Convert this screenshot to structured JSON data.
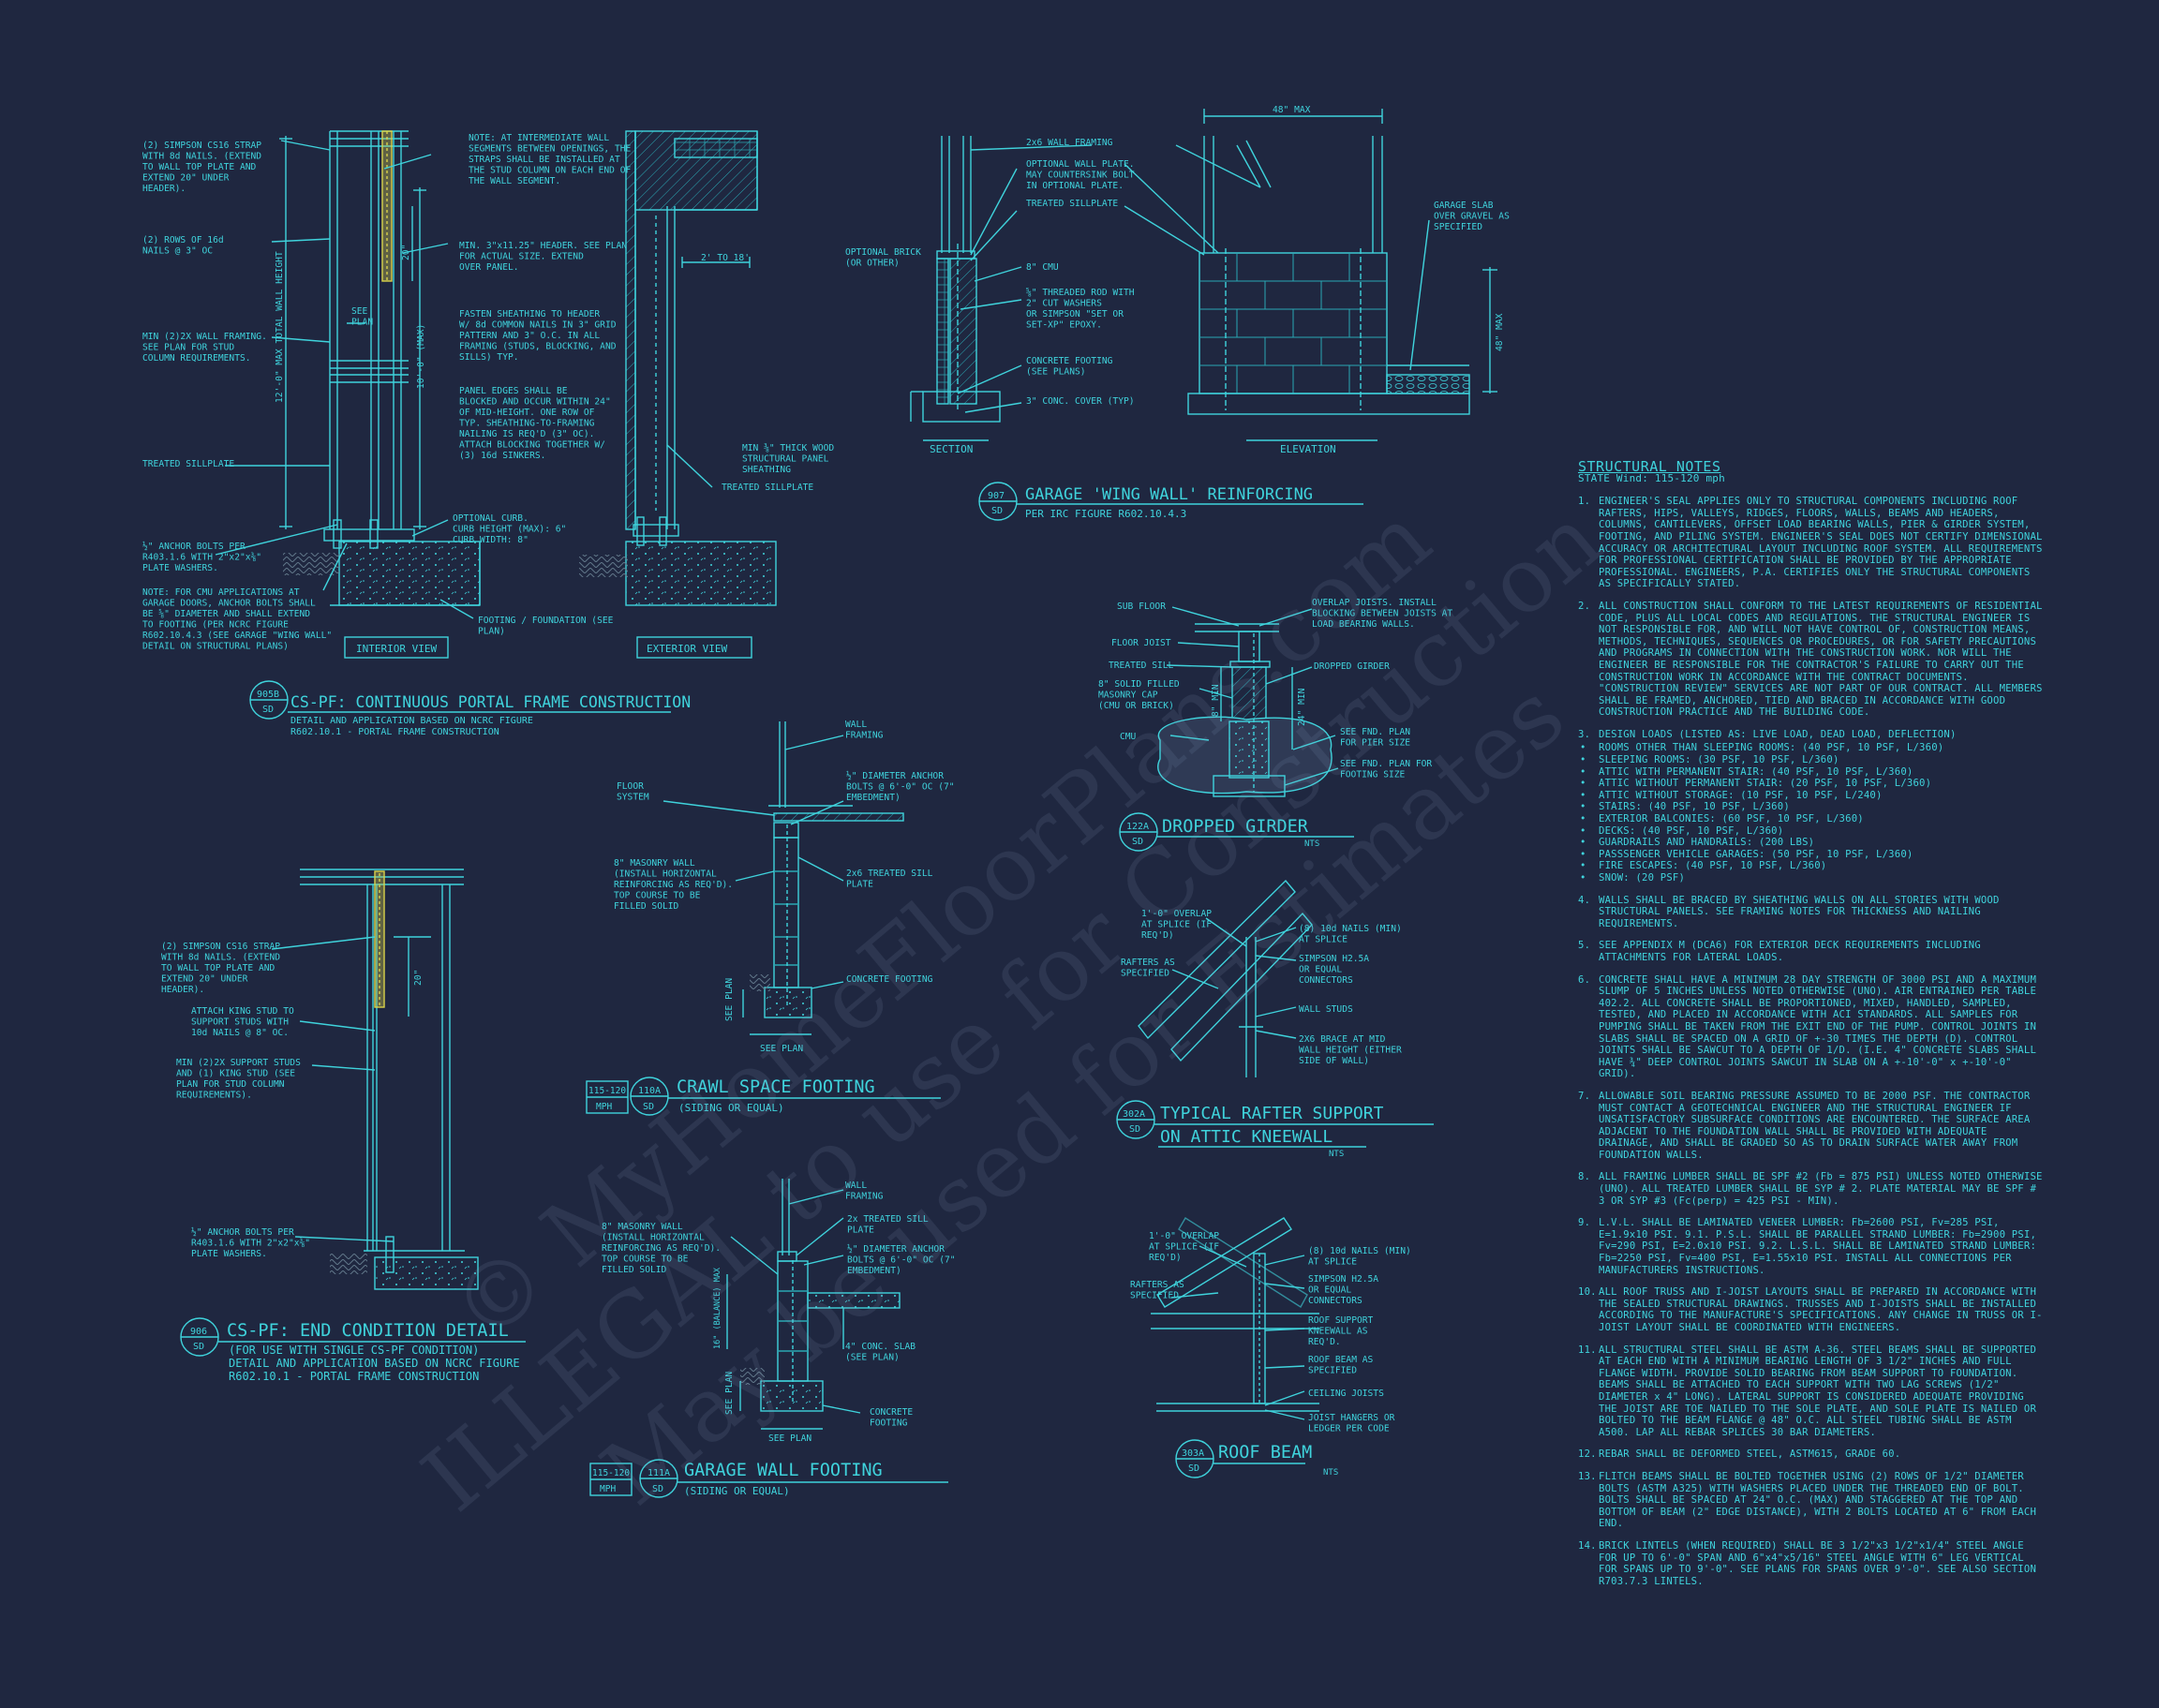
{
  "watermark": {
    "line1": "© MyHomeFloorPlans.com",
    "line2": "ILLEGAL to use for Construction",
    "line3": "May be used for Estimates"
  },
  "details": {
    "d905b": {
      "num": "905B",
      "sheet": "SD",
      "title": "CS-PF: CONTINUOUS PORTAL FRAME CONSTRUCTION",
      "sub1": "DETAIL AND APPLICATION BASED ON NCRC FIGURE",
      "sub2": "R602.10.1 - PORTAL FRAME CONSTRUCTION",
      "interior_view": "INTERIOR VIEW",
      "exterior_view": "EXTERIOR VIEW",
      "notes": {
        "strap": [
          "(2) SIMPSON CS16 STRAP",
          "WITH 8d NAILS. (EXTEND",
          "TO WALL TOP PLATE AND",
          "EXTEND 20\" UNDER",
          "HEADER)."
        ],
        "rows": [
          "(2) ROWS OF 16d",
          "NAILS @ 3\" OC"
        ],
        "framing": [
          "MIN (2)2X WALL FRAMING.",
          "SEE PLAN FOR STUD",
          "COLUMN REQUIREMENTS."
        ],
        "sill": [
          "TREATED SILLPLATE"
        ],
        "anchor": [
          "½\" ANCHOR BOLTS PER",
          "R403.1.6 WITH 2\"x2\"x⅜\"",
          "PLATE WASHERS."
        ],
        "cmu": [
          "NOTE: FOR CMU APPLICATIONS AT",
          "GARAGE DOORS, ANCHOR BOLTS SHALL",
          "BE ⅝\" DIAMETER AND SHALL EXTEND",
          "TO FOOTING (PER NCRC FIGURE",
          "R602.10.4.3 (SEE GARAGE \"WING WALL\"",
          "DETAIL ON STRUCTURAL PLANS)"
        ],
        "intermediate": [
          "NOTE: AT INTERMEDIATE WALL",
          "SEGMENTS BETWEEN OPENINGS, THE",
          "STRAPS SHALL BE INSTALLED AT",
          "THE STUD COLUMN ON EACH END OF",
          "THE WALL SEGMENT."
        ],
        "header": [
          "MIN. 3\"x11.25\" HEADER. SEE PLAN",
          "FOR ACTUAL SIZE. EXTEND",
          "OVER PANEL."
        ],
        "fasten": [
          "FASTEN SHEATHING TO HEADER",
          "W/ 8d COMMON NAILS IN 3\" GRID",
          "PATTERN AND 3\" O.C. IN ALL",
          "FRAMING (STUDS, BLOCKING, AND",
          "SILLS) TYP."
        ],
        "panel": [
          "PANEL EDGES SHALL BE",
          "BLOCKED AND OCCUR WITHIN 24\"",
          "OF MID-HEIGHT. ONE ROW OF",
          "TYP. SHEATHING-TO-FRAMING",
          "NAILING IS REQ'D (3\" OC).",
          "ATTACH BLOCKING TOGETHER W/",
          "(3) 16d SINKERS."
        ],
        "curb": [
          "OPTIONAL CURB.",
          "CURB HEIGHT (MAX): 6\"",
          "CURB WIDTH: 8\""
        ],
        "footing": [
          "FOOTING / FOUNDATION (SEE",
          "PLAN)"
        ],
        "panel_thick": [
          "MIN ⅜\" THICK WOOD",
          "STRUCTURAL PANEL",
          "SHEATHING"
        ],
        "sill2": [
          "TREATED SILLPLATE"
        ],
        "see_plan": [
          "SEE",
          "PLAN"
        ],
        "wall_height": "12'-0\" MAX TOTAL WALL HEIGHT",
        "max10": "10'-0\" (MAX)",
        "dim20": "20\"",
        "dim2to18": "2' TO 18'"
      }
    },
    "d907": {
      "num": "907",
      "sheet": "SD",
      "title": "GARAGE 'WING WALL' REINFORCING",
      "sub1": "PER IRC FIGURE R602.10.4.3",
      "section": "SECTION",
      "elevation": "ELEVATION",
      "dim48": "48\" MAX",
      "dim48v": "48\" MAX",
      "notes": {
        "brick": [
          "OPTIONAL BRICK",
          "(OR OTHER)"
        ],
        "framing": [
          "2x6 WALL FRAMING"
        ],
        "wallplate": [
          "OPTIONAL WALL PLATE.",
          "MAY COUNTERSINK BOLT",
          "IN OPTIONAL PLATE."
        ],
        "sill": [
          "TREATED SILLPLATE"
        ],
        "cmu": [
          "8\" CMU"
        ],
        "rod": [
          "⅝\" THREADED ROD WITH",
          "2\" CUT WASHERS",
          "OR SIMPSON \"SET OR",
          "SET-XP\" EPOXY."
        ],
        "footing": [
          "CONCRETE FOOTING",
          "(SEE PLANS)"
        ],
        "cover": [
          "3\" CONC. COVER (TYP)"
        ],
        "slab": [
          "GARAGE SLAB",
          "OVER GRAVEL AS",
          "SPECIFIED"
        ]
      }
    },
    "d122a": {
      "num": "122A",
      "sheet": "SD",
      "title": "DROPPED GIRDER",
      "nts": "NTS",
      "notes": {
        "subfloor": [
          "SUB FLOOR"
        ],
        "joist": [
          "FLOOR JOIST"
        ],
        "sill": [
          "TREATED SILL"
        ],
        "masonry": [
          "8\" SOLID FILLED",
          "MASONRY CAP",
          "(CMU OR BRICK)"
        ],
        "cmu": [
          "CMU"
        ],
        "overlap": [
          "OVERLAP JOISTS. INSTALL",
          "BLOCKING BETWEEN JOISTS AT",
          "LOAD BEARING WALLS."
        ],
        "girder": [
          "DROPPED GIRDER"
        ],
        "pier": [
          "SEE FND. PLAN",
          "FOR PIER SIZE"
        ],
        "footing": [
          "SEE FND. PLAN FOR",
          "FOOTING SIZE"
        ],
        "dim8": "8\" MIN",
        "dim24": "24\" MIN"
      }
    },
    "d110a": {
      "num": "110A",
      "sheet": "SD",
      "mph": "115-120",
      "mph_unit": "MPH",
      "title": "CRAWL SPACE FOOTING",
      "sub1": "(SIDING OR EQUAL)",
      "notes": {
        "framing": [
          "WALL",
          "FRAMING"
        ],
        "floor": [
          "FLOOR",
          "SYSTEM"
        ],
        "anchor": [
          "½\" DIAMETER ANCHOR",
          "BOLTS @ 6'-0\" OC (7\"",
          "EMBEDMENT)"
        ],
        "masonry": [
          "8\" MASONRY WALL",
          "(INSTALL HORIZONTAL",
          "REINFORCING AS REQ'D).",
          "TOP COURSE TO BE",
          "FILLED SOLID"
        ],
        "sill": [
          "2x6 TREATED SILL",
          "PLATE"
        ],
        "footing": [
          "CONCRETE FOOTING"
        ],
        "see_plan": "SEE PLAN",
        "see_plan_v": "SEE PLAN"
      }
    },
    "d302a": {
      "num": "302A",
      "sheet": "SD",
      "title": "TYPICAL RAFTER SUPPORT",
      "title2": "ON ATTIC KNEEWALL",
      "nts": "NTS",
      "notes": {
        "overlap": [
          "1'-0\" OVERLAP",
          "AT SPLICE (IF",
          "REQ'D)"
        ],
        "rafters": [
          "RAFTERS AS",
          "SPECIFIED"
        ],
        "nails": [
          "(8) 10d NAILS (MIN)",
          "AT SPLICE"
        ],
        "simpson": [
          "SIMPSON H2.5A",
          "OR EQUAL",
          "CONNECTORS"
        ],
        "studs": [
          "WALL STUDS"
        ],
        "brace": [
          "2X6 BRACE AT MID",
          "WALL HEIGHT (EITHER",
          "SIDE OF WALL)"
        ]
      }
    },
    "d906": {
      "num": "906",
      "sheet": "SD",
      "title": "CS-PF: END CONDITION DETAIL",
      "sub1": "(FOR USE WITH SINGLE CS-PF CONDITION)",
      "sub2": "DETAIL AND APPLICATION BASED ON NCRC FIGURE",
      "sub3": "R602.10.1 - PORTAL FRAME CONSTRUCTION",
      "notes": {
        "strap": [
          "(2) SIMPSON CS16 STRAP",
          "WITH 8d NAILS. (EXTEND",
          "TO WALL TOP PLATE AND",
          "EXTEND 20\" UNDER",
          "HEADER)."
        ],
        "king": [
          "ATTACH KING STUD TO",
          "SUPPORT STUDS WITH",
          "10d NAILS @ 8\" OC."
        ],
        "support": [
          "MIN (2)2X SUPPORT STUDS",
          "AND (1) KING STUD (SEE",
          "PLAN FOR STUD COLUMN",
          "REQUIREMENTS)."
        ],
        "anchor": [
          "½\" ANCHOR BOLTS PER",
          "R403.1.6 WITH 2\"x2\"x⅜\"",
          "PLATE WASHERS."
        ],
        "dim20": "20\""
      }
    },
    "d111a": {
      "num": "111A",
      "sheet": "SD",
      "mph": "115-120",
      "mph_unit": "MPH",
      "title": "GARAGE WALL FOOTING",
      "sub1": "(SIDING OR EQUAL)",
      "notes": {
        "framing": [
          "WALL",
          "FRAMING"
        ],
        "masonry": [
          "8\" MASONRY WALL",
          "(INSTALL HORIZONTAL",
          "REINFORCING AS REQ'D).",
          "TOP COURSE TO BE",
          "FILLED SOLID"
        ],
        "sill": [
          "2x TREATED SILL",
          "PLATE"
        ],
        "anchor": [
          "½\" DIAMETER ANCHOR",
          "BOLTS @ 6'-0\" OC (7\"",
          "EMBEDMENT)"
        ],
        "slab": [
          "4\" CONC. SLAB",
          "(SEE PLAN)"
        ],
        "footing": [
          "CONCRETE",
          "FOOTING"
        ],
        "see_plan": "SEE PLAN",
        "see_plan_v": "SEE PLAN",
        "balance": "16\" (BALANCE) MAX"
      }
    },
    "d303a": {
      "num": "303A",
      "sheet": "SD",
      "title": "ROOF BEAM",
      "nts": "NTS",
      "notes": {
        "overlap": [
          "1'-0\" OVERLAP",
          "AT SPLICE (IF",
          "REQ'D)"
        ],
        "rafters": [
          "RAFTERS AS",
          "SPECIFIED"
        ],
        "nails": [
          "(8) 10d NAILS (MIN)",
          "AT SPLICE"
        ],
        "simpson": [
          "SIMPSON H2.5A",
          "OR EQUAL",
          "CONNECTORS"
        ],
        "support": [
          "ROOF SUPPORT",
          "KNEEWALL AS",
          "REQ'D."
        ],
        "beam": [
          "ROOF BEAM AS",
          "SPECIFIED"
        ],
        "ceiling": [
          "CEILING JOISTS"
        ],
        "hangers": [
          "JOIST HANGERS OR",
          "LEDGER PER CODE"
        ]
      }
    }
  },
  "structural_notes": {
    "title": "STRUCTURAL NOTES",
    "subtitle": "STATE Wind: 115-120 mph",
    "items": [
      {
        "num": "1.",
        "text": "ENGINEER'S SEAL APPLIES ONLY TO STRUCTURAL COMPONENTS INCLUDING ROOF RAFTERS, HIPS, VALLEYS, RIDGES, FLOORS, WALLS, BEAMS AND HEADERS, COLUMNS, CANTILEVERS, OFFSET LOAD BEARING WALLS, PIER & GIRDER SYSTEM, FOOTING, AND PILING SYSTEM. ENGINEER'S SEAL DOES NOT CERTIFY DIMENSIONAL ACCURACY OR ARCHITECTURAL LAYOUT INCLUDING ROOF SYSTEM. ALL REQUIREMENTS FOR PROFESSIONAL CERTIFICATION SHALL BE PROVIDED BY THE APPROPRIATE PROFESSIONAL. ENGINEERS, P.A. CERTIFIES ONLY THE STRUCTURAL COMPONENTS AS SPECIFICALLY STATED."
      },
      {
        "num": "2.",
        "text": "ALL CONSTRUCTION SHALL CONFORM TO THE LATEST REQUIREMENTS OF RESIDENTIAL CODE, PLUS ALL LOCAL CODES AND REGULATIONS. THE STRUCTURAL ENGINEER IS NOT RESPONSIBLE FOR, AND WILL NOT HAVE CONTROL OF, CONSTRUCTION MEANS, METHODS, TECHNIQUES, SEQUENCES OR PROCEDURES, OR FOR SAFETY PRECAUTIONS AND PROGRAMS IN CONNECTION WITH THE CONSTRUCTION WORK. NOR WILL THE ENGINEER BE RESPONSIBLE FOR THE CONTRACTOR'S FAILURE TO CARRY OUT THE CONSTRUCTION WORK IN ACCORDANCE WITH THE CONTRACT DOCUMENTS. \"CONSTRUCTION REVIEW\" SERVICES ARE NOT PART OF OUR CONTRACT. ALL MEMBERS SHALL BE FRAMED, ANCHORED, TIED AND BRACED IN ACCORDANCE WITH GOOD CONSTRUCTION PRACTICE AND THE BUILDING CODE."
      },
      {
        "num": "3.",
        "text": "DESIGN LOADS (LISTED AS: LIVE LOAD, DEAD LOAD, DEFLECTION)",
        "bullets": [
          "ROOMS OTHER THAN SLEEPING ROOMS: (40 PSF, 10 PSF, L/360)",
          "SLEEPING ROOMS: (30 PSF, 10 PSF, L/360)",
          "ATTIC WITH PERMANENT STAIR: (40 PSF, 10 PSF, L/360)",
          "ATTIC WITHOUT PERMANENT STAIR: (20 PSF, 10 PSF, L/360)",
          "ATTIC WITHOUT STORAGE: (10 PSF, 10 PSF, L/240)",
          "STAIRS: (40 PSF, 10 PSF, L/360)",
          "EXTERIOR BALCONIES: (60 PSF, 10 PSF, L/360)",
          "DECKS: (40 PSF, 10 PSF, L/360)",
          "GUARDRAILS AND HANDRAILS: (200 LBS)",
          "PASSSENGER VEHICLE GARAGES: (50 PSF, 10 PSF, L/360)",
          "FIRE ESCAPES: (40 PSF, 10 PSF, L/360)",
          "SNOW: (20 PSF)"
        ]
      },
      {
        "num": "4.",
        "text": "WALLS SHALL BE BRACED BY SHEATHING WALLS ON ALL STORIES WITH WOOD STRUCTURAL PANELS. SEE FRAMING NOTES FOR THICKNESS AND NAILING REQUIREMENTS."
      },
      {
        "num": "5.",
        "text": "SEE APPENDIX M (DCA6) FOR EXTERIOR DECK REQUIREMENTS INCLUDING ATTACHMENTS FOR LATERAL LOADS."
      },
      {
        "num": "6.",
        "text": "CONCRETE SHALL HAVE A MINIMUM 28 DAY STRENGTH OF 3000 PSI AND A MAXIMUM SLUMP OF 5 INCHES UNLESS NOTED OTHERWISE (UNO). AIR ENTRAINED PER TABLE 402.2. ALL CONCRETE SHALL BE PROPORTIONED, MIXED, HANDLED, SAMPLED, TESTED, AND PLACED IN ACCORDANCE WITH ACI STANDARDS. ALL SAMPLES FOR PUMPING SHALL BE TAKEN FROM THE EXIT END OF THE PUMP. CONTROL JOINTS IN SLABS SHALL BE SPACED ON A GRID OF +-30 TIMES THE DEPTH (D). CONTROL JOINTS SHALL BE SAWCUT TO A DEPTH OF 1/D. (I.E. 4\" CONCRETE SLABS SHALL HAVE ¾\" DEEP CONTROL JOINTS SAWCUT IN SLAB ON A +-10'-0\" x +-10'-0\" GRID)."
      },
      {
        "num": "7.",
        "text": "ALLOWABLE SOIL BEARING PRESSURE ASSUMED TO BE 2000 PSF. THE CONTRACTOR MUST CONTACT A GEOTECHNICAL ENGINEER AND THE STRUCTURAL ENGINEER IF UNSATISFACTORY SUBSURFACE CONDITIONS ARE ENCOUNTERED. THE SURFACE AREA ADJACENT TO THE FOUNDATION WALL SHALL BE PROVIDED WITH ADEQUATE DRAINAGE, AND SHALL BE GRADED SO AS TO DRAIN SURFACE WATER AWAY FROM FOUNDATION WALLS."
      },
      {
        "num": "8.",
        "text": "ALL FRAMING LUMBER SHALL BE SPF #2 (Fb = 875 PSI) UNLESS NOTED OTHERWISE (UNO). ALL TREATED LUMBER SHALL BE SYP # 2. PLATE MATERIAL MAY BE SPF # 3 OR SYP #3 (Fc(perp) = 425 PSI - MIN)."
      },
      {
        "num": "9.",
        "text": "L.V.L. SHALL BE LAMINATED VENEER LUMBER: Fb=2600 PSI, Fv=285 PSI, E=1.9x10 PSI. 9.1. P.S.L. SHALL BE PARALLEL STRAND LUMBER: Fb=2900 PSI, Fv=290 PSI, E=2.0x10 PSI. 9.2. L.S.L. SHALL BE LAMINATED STRAND LUMBER: Fb=2250 PSI, Fv=400 PSI, E=1.55x10 PSI. INSTALL ALL CONNECTIONS PER MANUFACTURERS INSTRUCTIONS."
      },
      {
        "num": "10.",
        "text": "ALL ROOF TRUSS AND I-JOIST LAYOUTS SHALL BE PREPARED IN ACCORDANCE WITH THE SEALED STRUCTURAL DRAWINGS. TRUSSES AND I-JOISTS SHALL BE INSTALLED ACCORDING TO THE MANUFACTURE'S SPECIFICATIONS. ANY CHANGE IN TRUSS OR I-JOIST LAYOUT SHALL BE COORDINATED WITH ENGINEERS."
      },
      {
        "num": "11.",
        "text": "ALL STRUCTURAL STEEL SHALL BE ASTM A-36. STEEL BEAMS SHALL BE SUPPORTED AT EACH END WITH A MINIMUM BEARING LENGTH OF 3 1/2\" INCHES AND FULL FLANGE WIDTH. PROVIDE SOLID BEARING FROM BEAM SUPPORT TO FOUNDATION. BEAMS SHALL BE ATTACHED TO EACH SUPPORT WITH TWO LAG SCREWS (1/2\" DIAMETER x 4\" LONG). LATERAL SUPPORT IS CONSIDERED ADEQUATE PROVIDING THE JOIST ARE TOE NAILED TO THE SOLE PLATE, AND SOLE PLATE IS NAILED OR BOLTED TO THE BEAM FLANGE @ 48\" O.C. ALL STEEL TUBING SHALL BE ASTM A500. LAP ALL REBAR SPLICES 30 BAR DIAMETERS."
      },
      {
        "num": "12.",
        "text": "REBAR SHALL BE DEFORMED STEEL, ASTM615, GRADE 60."
      },
      {
        "num": "13.",
        "text": "FLITCH BEAMS SHALL BE BOLTED TOGETHER USING (2) ROWS OF 1/2\" DIAMETER BOLTS (ASTM A325) WITH WASHERS PLACED UNDER THE THREADED END OF BOLT. BOLTS SHALL BE SPACED AT 24\" O.C. (MAX) AND STAGGERED AT THE TOP AND BOTTOM OF BEAM (2\" EDGE DISTANCE), WITH 2 BOLTS LOCATED AT 6\" FROM EACH END."
      },
      {
        "num": "14.",
        "text": "BRICK LINTELS (WHEN REQUIRED) SHALL BE 3 1/2\"x3 1/2\"x1/4\" STEEL ANGLE FOR UP TO 6'-0\" SPAN AND 6\"x4\"x5/16\" STEEL ANGLE WITH 6\" LEG VERTICAL FOR SPANS UP TO 9'-0\". SEE PLANS FOR SPANS OVER 9'-0\". SEE ALSO SECTION R703.7.3 LINTELS."
      }
    ]
  },
  "colors": {
    "background": "#1f2740",
    "line": "#3fd3dc",
    "hatch": "#2aa7b3",
    "strap": "#d9d24a",
    "watermark": "#8ca0be"
  }
}
